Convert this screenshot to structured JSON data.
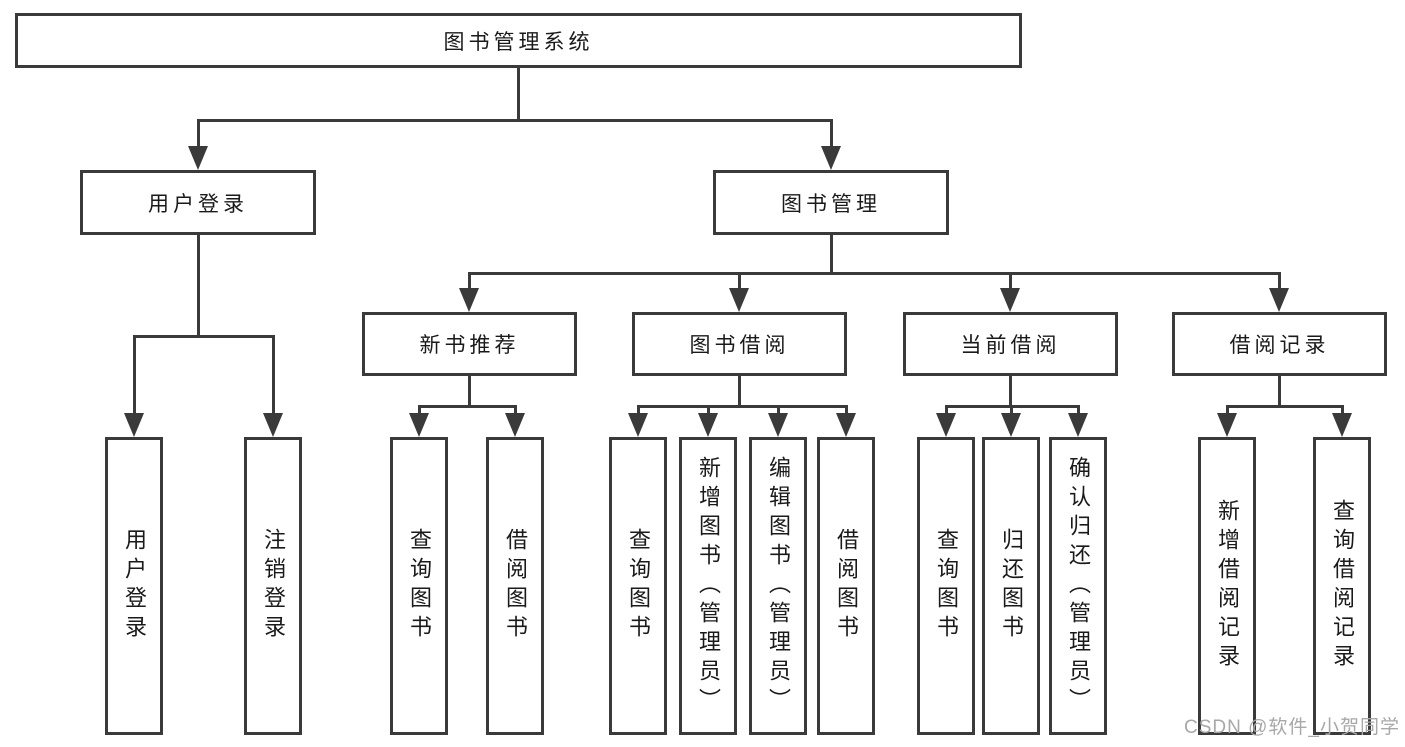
{
  "tree": {
    "root": {
      "label": "图书管理系统"
    },
    "branches": [
      {
        "label": "用户登录",
        "children": [
          "用户登录",
          "注销登录"
        ]
      },
      {
        "label": "图书管理",
        "children": [
          {
            "label": "新书推荐",
            "children": [
              "查询图书",
              "借阅图书"
            ]
          },
          {
            "label": "图书借阅",
            "children": [
              "查询图书",
              "新增图书（管理员）",
              "编辑图书（管理员）",
              "借阅图书"
            ]
          },
          {
            "label": "当前借阅",
            "children": [
              "查询图书",
              "归还图书",
              "确认归还（管理员）"
            ]
          },
          {
            "label": "借阅记录",
            "children": [
              "新增借阅记录",
              "查询借阅记录"
            ]
          }
        ]
      }
    ]
  },
  "watermark": {
    "text": "CSDN @软件_小贺同学"
  },
  "colors": {
    "line": "#3a3a3a",
    "text": "#1a1a1a",
    "watermark": "#a8a8a8",
    "background": "#ffffff"
  }
}
